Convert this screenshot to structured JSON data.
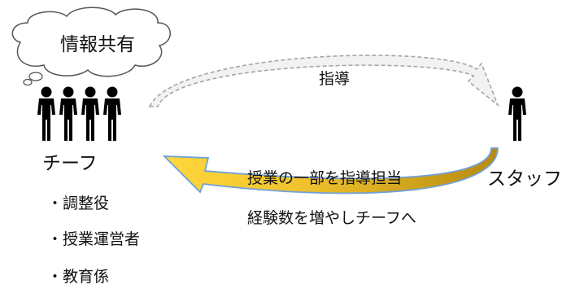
{
  "cloud": {
    "text": "情報共有"
  },
  "chief": {
    "label": "チーフ",
    "roles": [
      "・調整役",
      "・授業運営者",
      "・教育係"
    ]
  },
  "staff": {
    "label": "スタッフ"
  },
  "arrows": {
    "guidance": "指導",
    "partial_teaching": "授業の一部を指導担当",
    "promotion": "経験数を増やしチーフへ"
  },
  "colors": {
    "arrow_top_fill": "#f2f2f2",
    "arrow_top_stroke": "#a6a6a6",
    "arrow_bottom_gradient_start": "#c99a1c",
    "arrow_bottom_gradient_end": "#ffe066",
    "arrow_bottom_stroke": "#6fa0d8",
    "figure": "#000000"
  }
}
